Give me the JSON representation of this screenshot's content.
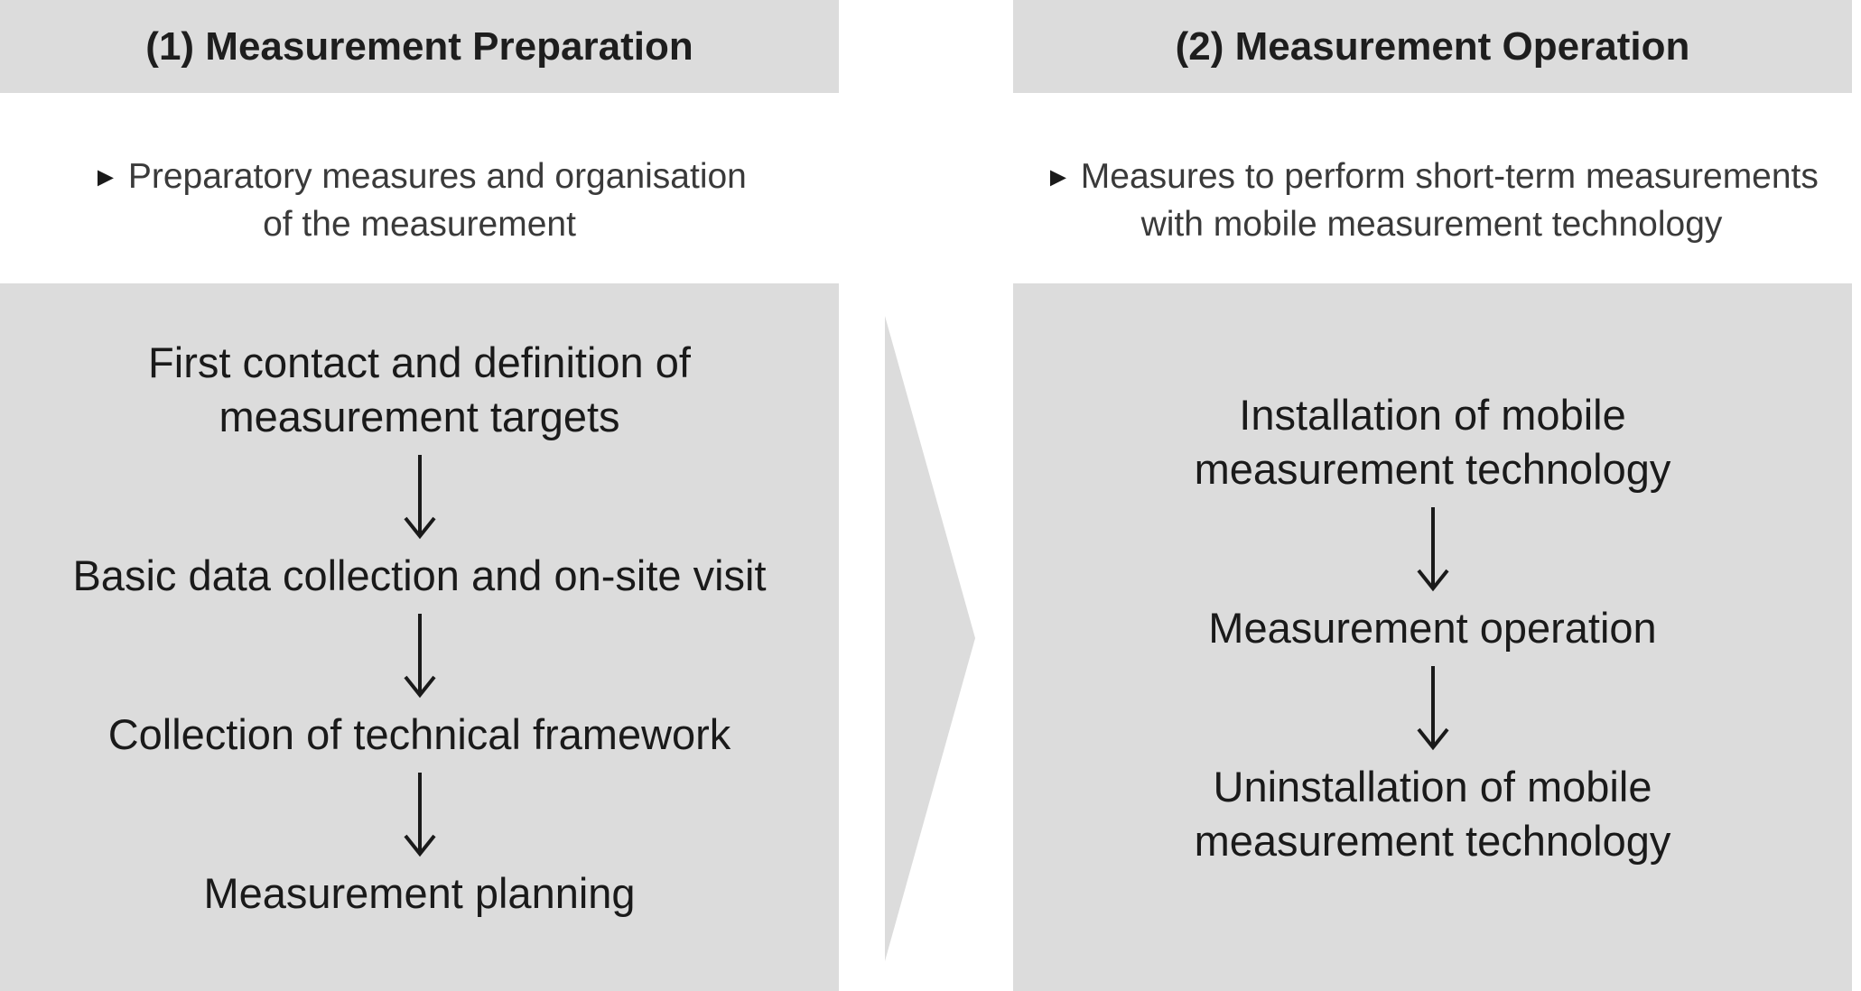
{
  "columns": [
    {
      "title": "(1) Measurement Preparation",
      "description_bullet": "►",
      "description_lines": [
        "Preparatory measures and organisation",
        "of the measurement"
      ],
      "steps": [
        [
          "First contact and definition of",
          "measurement targets"
        ],
        [
          "Basic data collection and on-site visit"
        ],
        [
          "Collection of technical framework"
        ],
        [
          "Measurement planning"
        ]
      ]
    },
    {
      "title": "(2) Measurement Operation",
      "description_bullet": "►",
      "description_lines": [
        "Measures to perform short-term measurements",
        "with mobile measurement technology"
      ],
      "steps": [
        [
          "Installation of mobile",
          "measurement technology"
        ],
        [
          "Measurement operation"
        ],
        [
          "Uninstallation of mobile",
          "measurement technology"
        ]
      ]
    }
  ],
  "colors": {
    "panel_fill": "#dcdcdc",
    "text": "#1a1a1a",
    "description_text": "#3a3a3a"
  }
}
